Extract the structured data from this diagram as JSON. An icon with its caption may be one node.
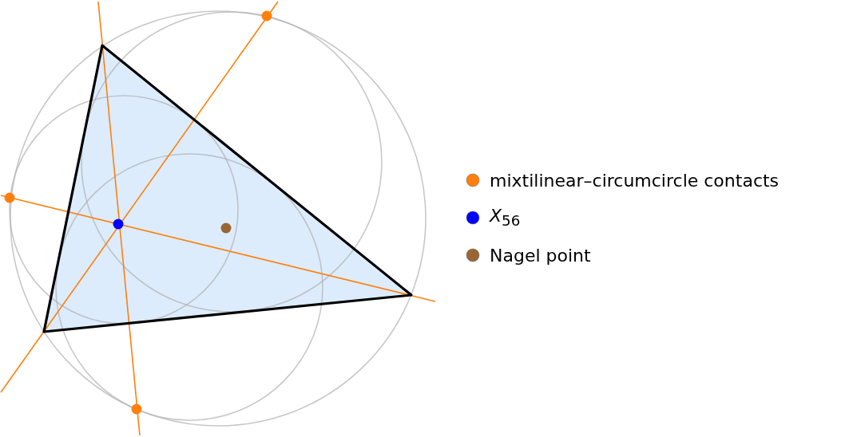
{
  "diagram": {
    "legend": [
      {
        "text": "mixtilinear–circumcircle contacts",
        "color": "#ff7f0e"
      },
      {
        "text": "*X*$_{56}$",
        "color": "#0000ff"
      },
      {
        "text": "Nagel point",
        "color": "#996633"
      }
    ]
  }
}
